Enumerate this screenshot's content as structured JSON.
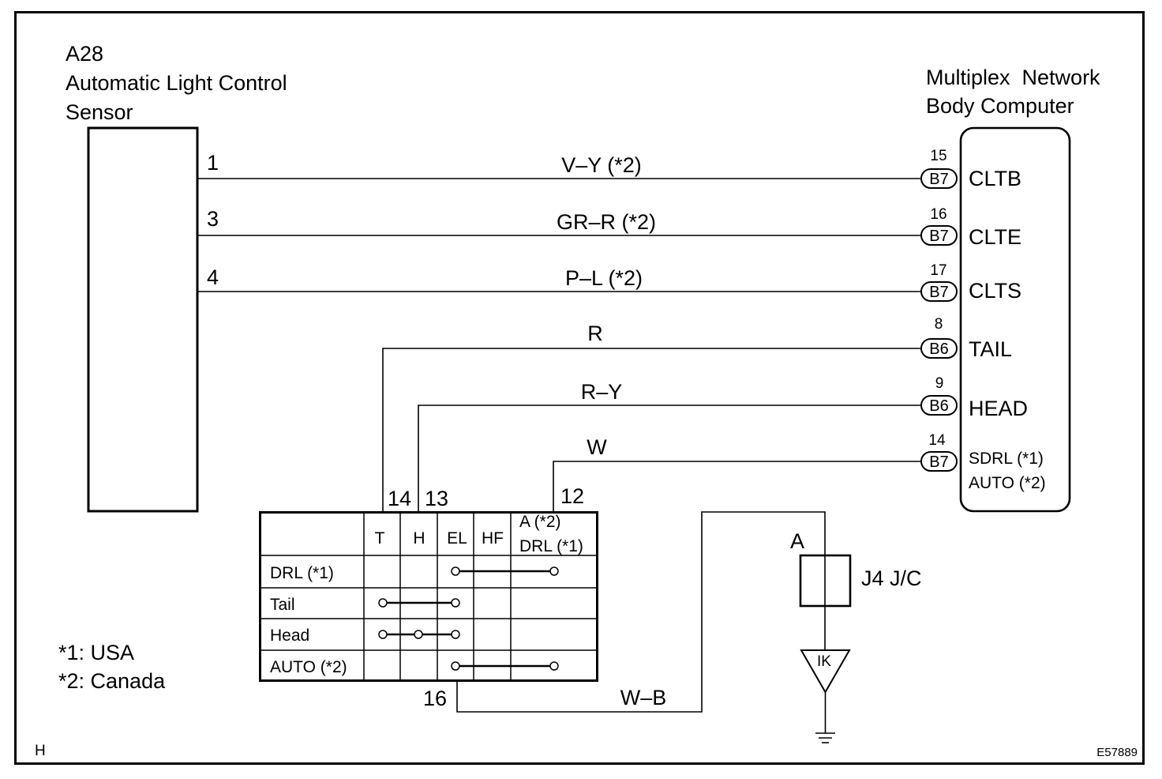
{
  "sensor": {
    "code": "A28",
    "name_line1": "Automatic Light Control",
    "name_line2": "Sensor"
  },
  "computer": {
    "name_line1": "Multiplex  Network",
    "name_line2": "Body Computer"
  },
  "sensor_wires": [
    {
      "sensor_pin": "1",
      "wire_color": "V–Y (*2)",
      "computer_pin": "15",
      "connector": "B7",
      "terminal": "CLTB"
    },
    {
      "sensor_pin": "3",
      "wire_color": "GR–R (*2)",
      "computer_pin": "16",
      "connector": "B7",
      "terminal": "CLTE"
    },
    {
      "sensor_pin": "4",
      "wire_color": "P–L (*2)",
      "computer_pin": "17",
      "connector": "B7",
      "terminal": "CLTS"
    }
  ],
  "switch_wires": [
    {
      "switch_pin": "14",
      "wire_color": "R",
      "computer_pin": "8",
      "connector": "B6",
      "terminal": "TAIL"
    },
    {
      "switch_pin": "13",
      "wire_color": "R–Y",
      "computer_pin": "9",
      "connector": "B6",
      "terminal": "HEAD"
    },
    {
      "switch_pin": "12",
      "wire_color": "W",
      "computer_pin": "14",
      "connector": "B7",
      "terminal_line1": "SDRL (*1)",
      "terminal_line2": "AUTO (*2)"
    }
  ],
  "switch_table": {
    "columns": [
      "T",
      "H",
      "EL",
      "HF"
    ],
    "last_column_line1": "A (*2)",
    "last_column_line2": "DRL (*1)",
    "rows": [
      "DRL (*1)",
      "Tail",
      "Head",
      "AUTO (*2)"
    ]
  },
  "ground_wire": {
    "switch_pin": "16",
    "wire_color": "W–B"
  },
  "junction": {
    "terminal": "A",
    "name": "J4 J/C"
  },
  "ground": {
    "code": "IK"
  },
  "footnotes": [
    "*1: USA",
    "*2: Canada"
  ],
  "corner_label": "H",
  "figure_id": "E57889"
}
